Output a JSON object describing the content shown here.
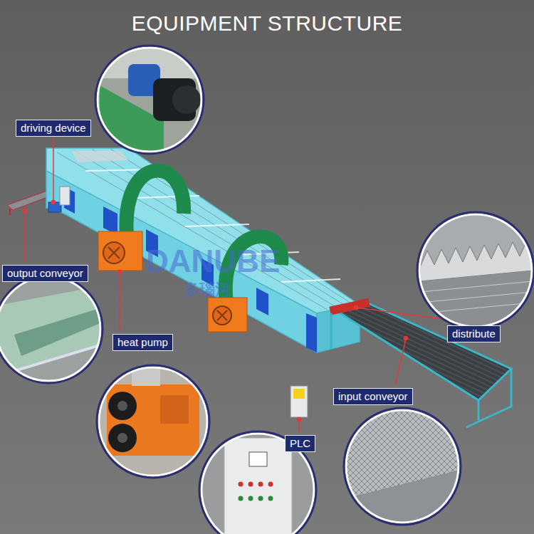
{
  "diagram": {
    "title": "EQUIPMENT STRUCTURE",
    "nodes": [
      {
        "text": [
          "driving device"
        ]
      },
      {
        "text": [
          "output conveyor"
        ]
      },
      {
        "text": [
          "heat pump"
        ]
      },
      {
        "text": [
          "PLC"
        ]
      },
      {
        "text": [
          "input conveyor"
        ]
      },
      {
        "text": [
          "distribute"
        ]
      }
    ],
    "labels": [
      "DANUBE",
      "多瑙河"
    ]
  }
}
